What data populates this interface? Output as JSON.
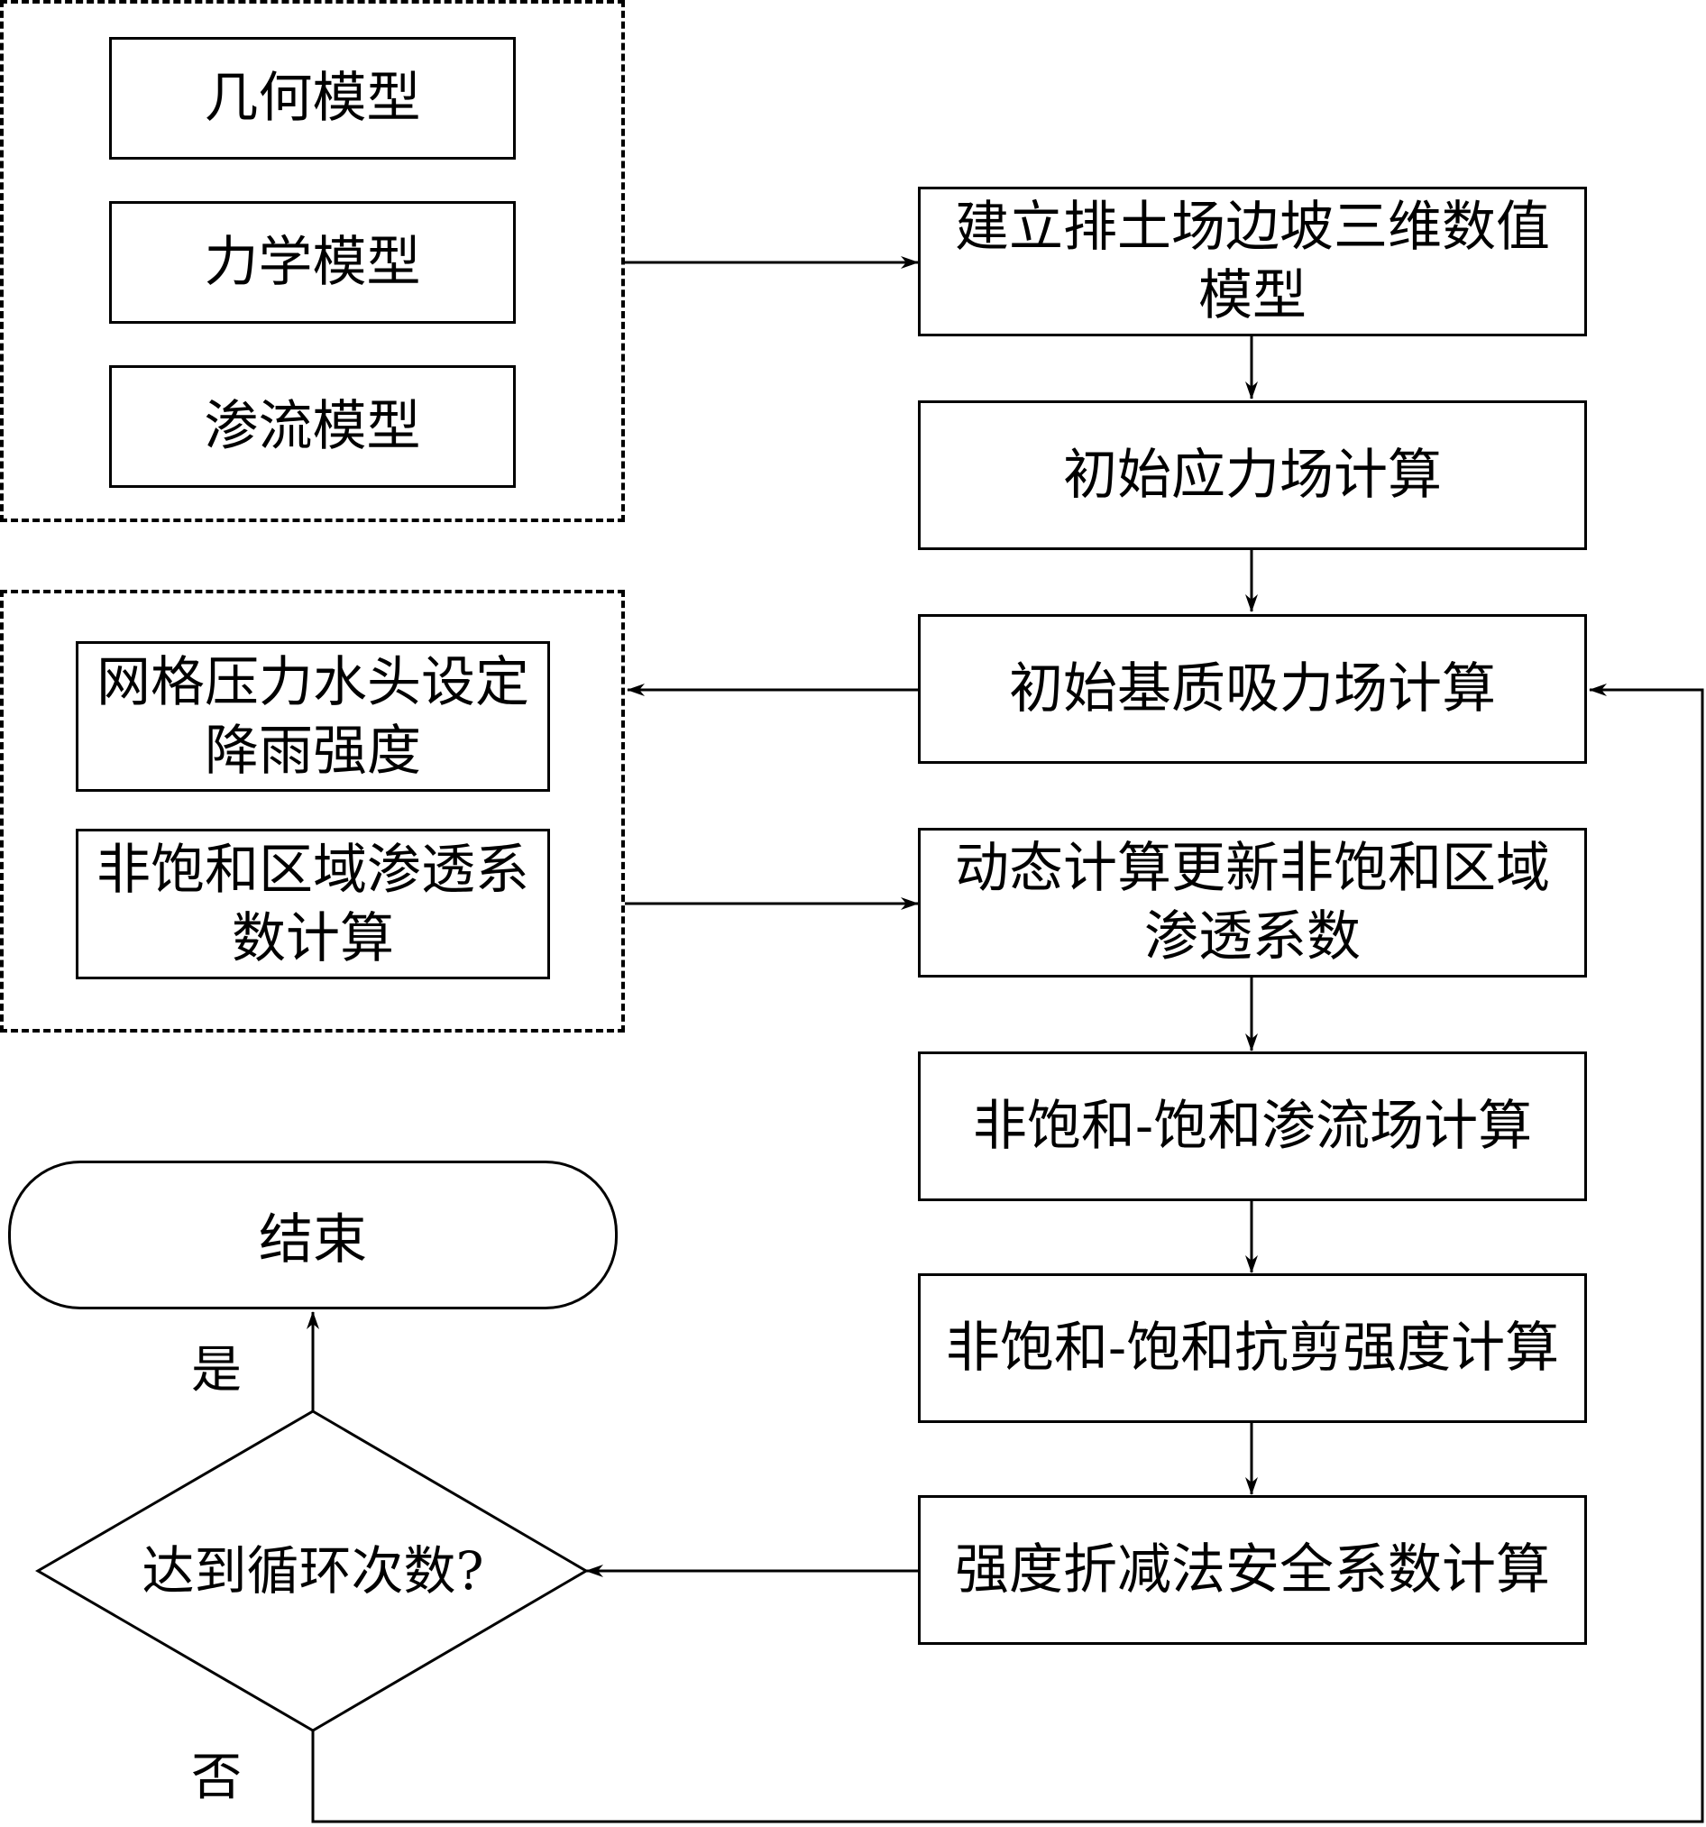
{
  "group1": {
    "items": [
      "几何模型",
      "力学模型",
      "渗流模型"
    ]
  },
  "group2": {
    "item1": {
      "line1": "网格压力水头设定",
      "line2": "降雨强度"
    },
    "item2": {
      "line1": "非饱和区域渗透系",
      "line2": "数计算"
    }
  },
  "steps": {
    "s1": {
      "line1": "建立排土场边坡三维数值",
      "line2": "模型"
    },
    "s2": "初始应力场计算",
    "s3": "初始基质吸力场计算",
    "s4": {
      "line1": "动态计算更新非饱和区域",
      "line2": "渗透系数"
    },
    "s5": "非饱和-饱和渗流场计算",
    "s6": "非饱和-饱和抗剪强度计算",
    "s7": "强度折减法安全系数计算"
  },
  "decision": "达到循环次数?",
  "end": "结束",
  "yes_label": "是",
  "no_label": "否"
}
